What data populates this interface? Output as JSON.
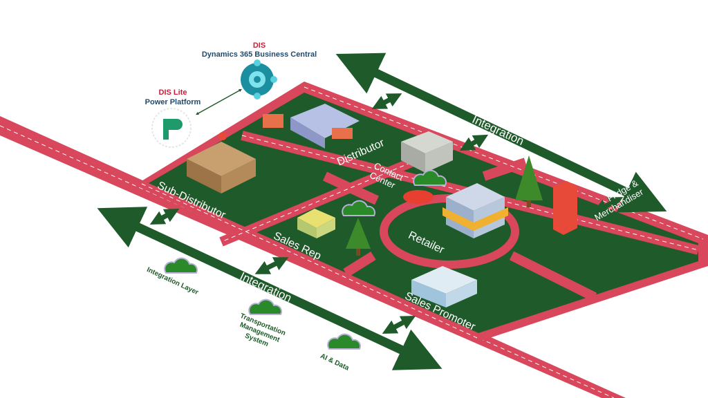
{
  "header": {
    "dis_label": "DIS",
    "dis_product": "Dynamics 365 Business Central",
    "dis_lite_label": "DIS Lite",
    "dis_lite_product": "Power Platform"
  },
  "zones": {
    "distributor": "Distributor",
    "sub_distributor": "Sub-Distributor",
    "contact_center": "Contact Center",
    "sales_rep": "Sales Rep",
    "retailer": "Retailer",
    "fridge": "Fridge & Merchandiser",
    "sales_promoter": "Sales Promoter"
  },
  "integration": {
    "top_label": "Integration",
    "bottom_label": "Integration"
  },
  "services": [
    {
      "label": "Integration Layer"
    },
    {
      "label": "Transportation Management System"
    },
    {
      "label": "AI & Data"
    }
  ],
  "colors": {
    "road": "#d8475b",
    "lot": "#1f5a2a",
    "arrow": "#1f5a2a",
    "dis_red": "#c8203a",
    "dis_blue": "#1e4a6e"
  }
}
